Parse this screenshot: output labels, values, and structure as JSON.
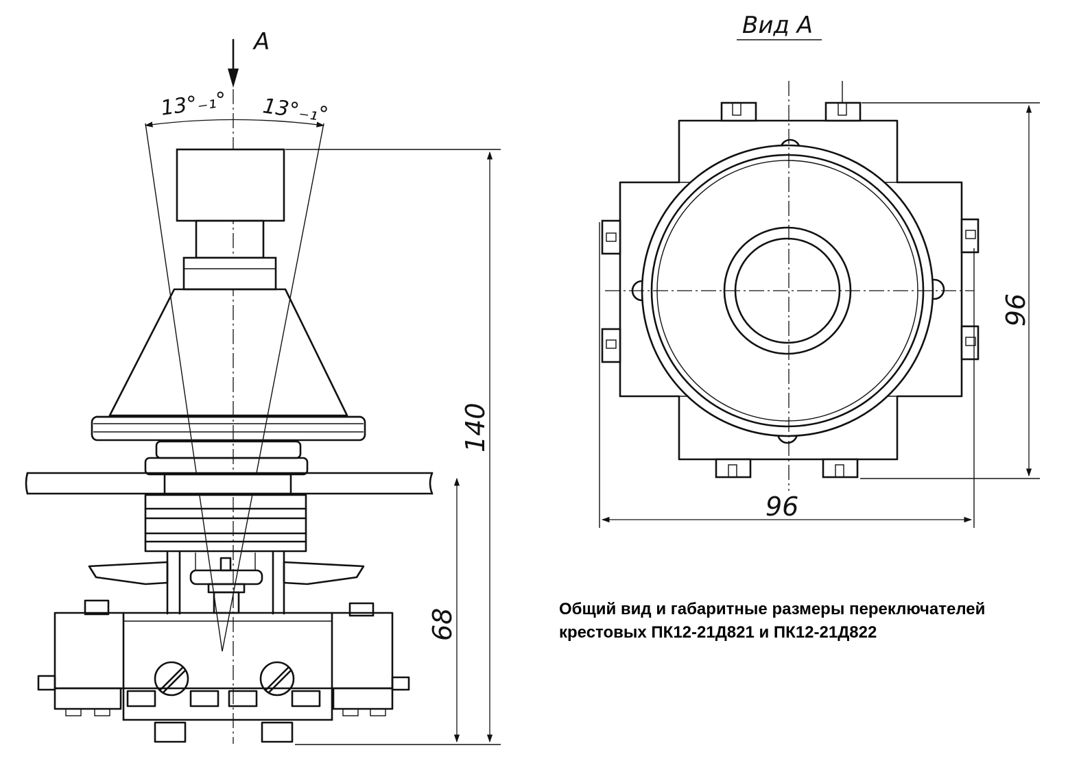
{
  "caption": "Общий вид и габаритные размеры переключателей крестовых ПК12-21Д821 и ПК12-21Д822",
  "labels": {
    "view_arrow": "А",
    "view_title": "Вид А",
    "angle_left": "13°₋₁°",
    "angle_right": "13°₋₁°",
    "dim_height_total": "140",
    "dim_height_lower": "68",
    "dim_width_top_view": "96",
    "dim_height_top_view": "96"
  }
}
